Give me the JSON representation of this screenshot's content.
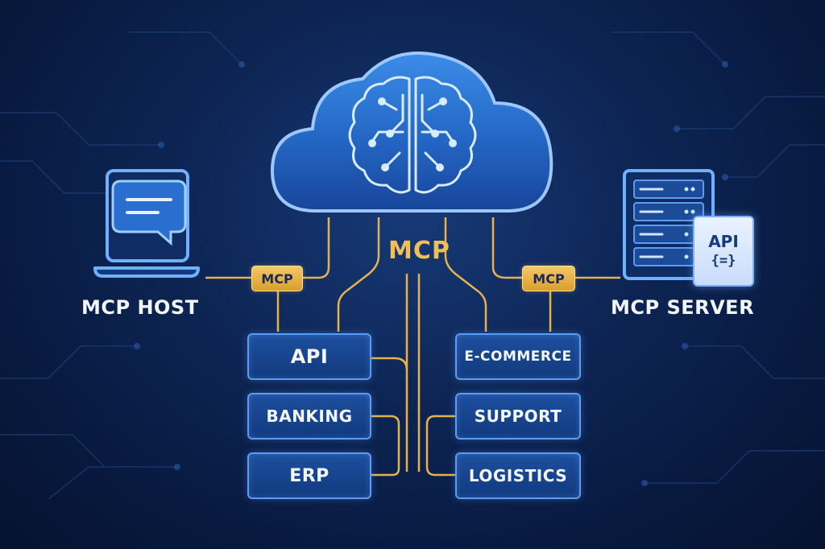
{
  "host": {
    "label": "MCP HOST",
    "icon": "laptop-chat-icon"
  },
  "server": {
    "label": "MCP SERVER",
    "icon": "server-rack-icon",
    "api_card": {
      "title": "API",
      "symbol": "{=}"
    }
  },
  "cloud": {
    "icon": "brain-circuit-icon"
  },
  "center_label": "MCP",
  "left_connector": "MCP",
  "right_connector": "MCP",
  "left_systems": [
    "API",
    "BANKING",
    "ERP"
  ],
  "right_systems": [
    "E-COMMERCE",
    "SUPPORT",
    "LOGISTICS"
  ],
  "colors": {
    "background": "#0a1a3a",
    "accent_gold": "#e5b34a",
    "box_blue": "#1a4a96",
    "box_border": "#5d9bf0",
    "cloud_blue": "#2f78d6"
  }
}
